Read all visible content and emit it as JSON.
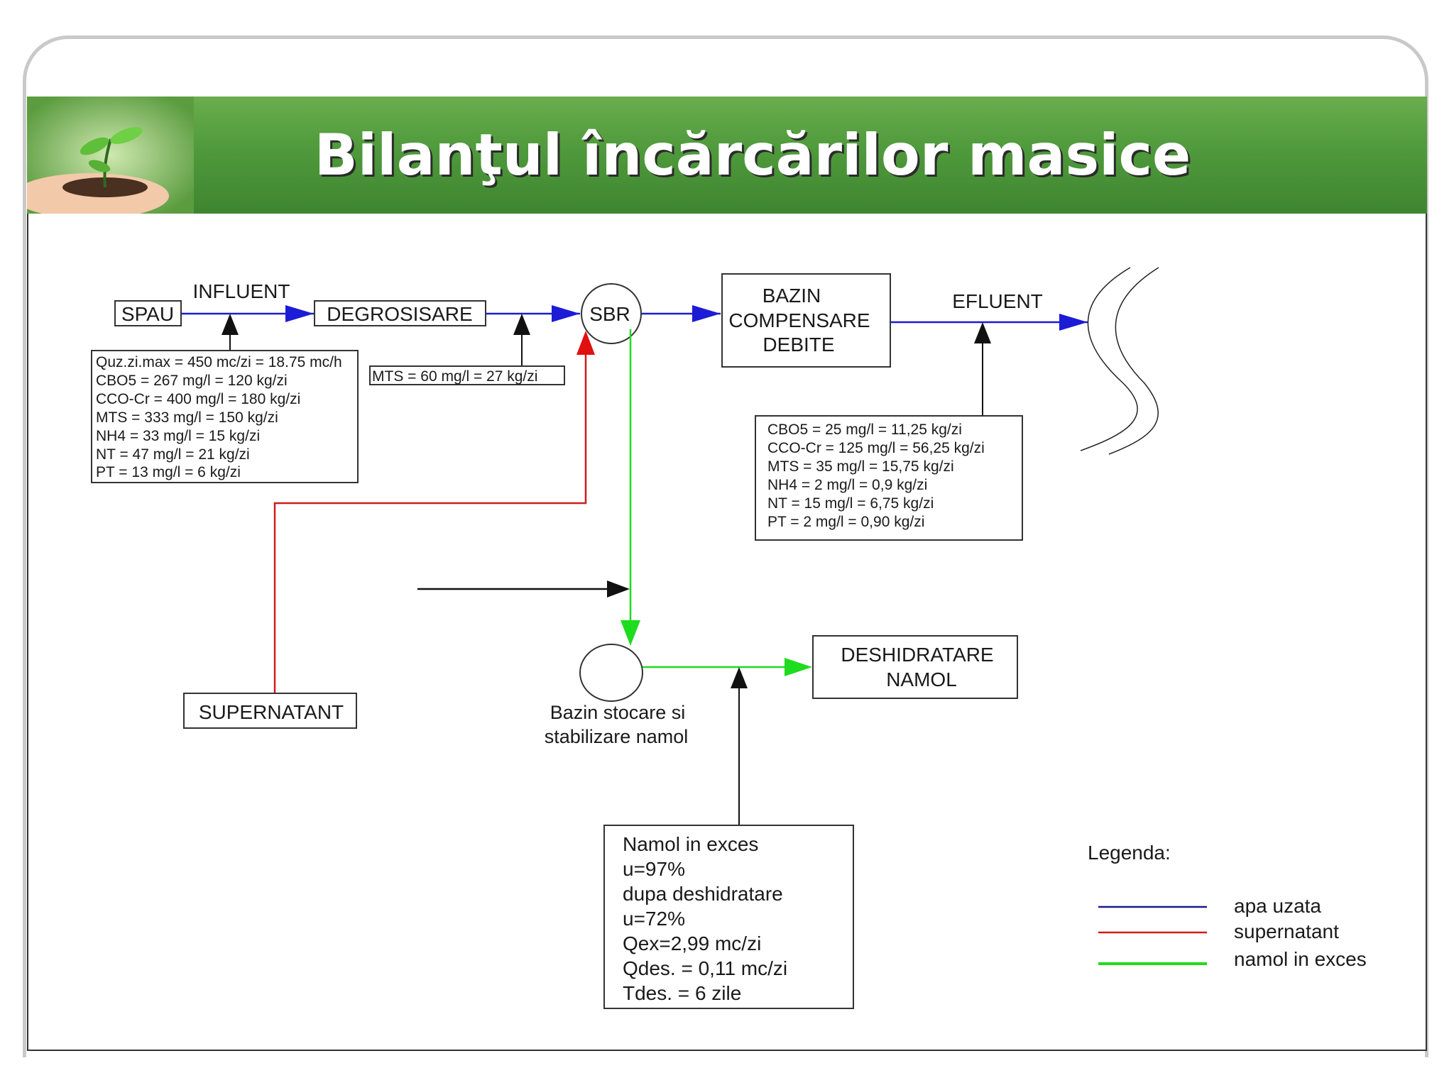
{
  "title": "Bilanţul încărcărilor masice",
  "diagram": {
    "spau": "SPAU",
    "influent": "INFLUENT",
    "degrosisare": "DEGROSISARE",
    "sbr": "SBR",
    "bazin": [
      "BAZIN",
      "COMPENSARE",
      "DEBITE"
    ],
    "efluent": "EFLUENT",
    "influent_params": [
      "Quz.zi.max = 450 mc/zi = 18.75 mc/h",
      "CBO5 = 267 mg/l = 120 kg/zi",
      "CCO-Cr = 400 mg/l = 180 kg/zi",
      "MTS = 333 mg/l = 150 kg/zi",
      "NH4 = 33 mg/l = 15 kg/zi",
      "NT = 47 mg/l = 21 kg/zi",
      "PT = 13 mg/l = 6 kg/zi"
    ],
    "mts_box": "MTS = 60 mg/l = 27 kg/zi",
    "efluent_params": [
      "CBO5 = 25 mg/l = 11,25 kg/zi",
      "CCO-Cr = 125 mg/l = 56,25 kg/zi",
      "MTS = 35 mg/l = 15,75 kg/zi",
      "NH4 = 2 mg/l = 0,9 kg/zi",
      "NT = 15 mg/l = 6,75 kg/zi",
      "PT = 2 mg/l = 0,90 kg/zi"
    ],
    "supernatant": "SUPERNATANT",
    "bazin_stocare": [
      "Bazin stocare si",
      "stabilizare namol"
    ],
    "deshidratare": [
      "DESHIDRATARE",
      "NAMOL"
    ],
    "namol_exces": [
      "Namol in exces",
      "u=97%",
      "dupa deshidratare",
      "u=72%",
      "Qex=2,99 mc/zi",
      "Qdes. = 0,11 mc/zi",
      "Tdes. = 6 zile"
    ],
    "legend_title": "Legenda:",
    "legend": [
      {
        "label": "apa uzata",
        "color": "#1a1a8c"
      },
      {
        "label": "supernatant",
        "color": "#d01c1c"
      },
      {
        "label": "namol in exces",
        "color": "#1edc1e"
      }
    ]
  },
  "colors": {
    "water": "#1c1cd6",
    "supernatant": "#d01c1c",
    "sludge": "#1edc1e",
    "header_green": "#4f9a3c"
  }
}
